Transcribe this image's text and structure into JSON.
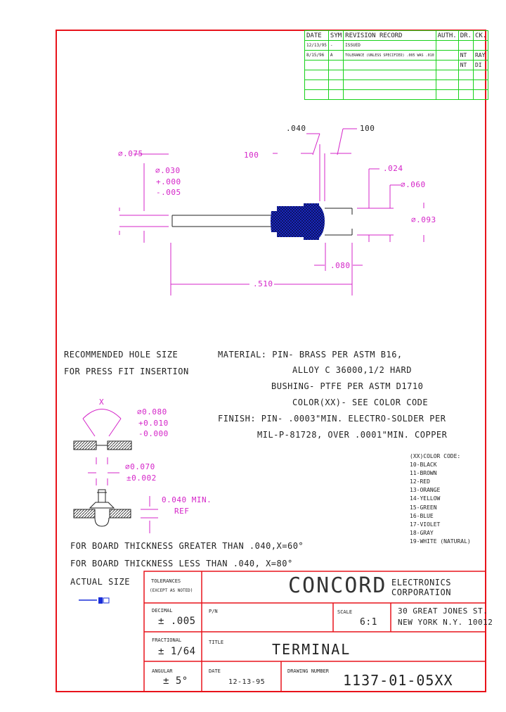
{
  "revision": {
    "headers": [
      "DATE",
      "SYM",
      "REVISION RECORD",
      "AUTH.",
      "DR.",
      "CK."
    ],
    "rows": [
      [
        "12/13/95",
        "-",
        "ISSUED",
        "",
        "",
        ""
      ],
      [
        "8/15/96",
        "A",
        "TOLERANCE (UNLESS SPECIFIED) .005 WAS .010",
        "",
        "NT",
        "RAY"
      ],
      [
        "",
        "",
        "",
        "",
        "NT",
        "DI"
      ],
      [
        "",
        "",
        "",
        "",
        "",
        ""
      ],
      [
        "",
        "",
        "",
        "",
        "",
        ""
      ],
      [
        "",
        "",
        "",
        "",
        "",
        ""
      ]
    ]
  },
  "dims": {
    "d040": ".040",
    "d100a": "100",
    "d100b": "100",
    "d075": "⌀.075",
    "d030": "⌀.030",
    "d030tol1": "+.000",
    "d030tol2": "-.005",
    "d024": ".024",
    "d060": "⌀.060",
    "d093": "⌀.093",
    "d080": ".080",
    "d510": ".510"
  },
  "notes": {
    "hole_title1": "RECOMMENDED HOLE SIZE",
    "hole_title2": "FOR PRESS FIT INSERTION",
    "material1": "MATERIAL: PIN- BRASS PER ASTM B16,",
    "material2": "ALLOY C 36000,1/2 HARD",
    "material3": "BUSHING- PTFE PER ASTM D1710",
    "material4": "COLOR(XX)- SEE COLOR CODE",
    "finish1": "FINISH: PIN- .0003\"MIN. ELECTRO-SOLDER PER",
    "finish2": "MIL-P-81728, OVER .0001\"MIN. COPPER",
    "x_label": "X",
    "hole1": "⌀0.080",
    "hole1a": "+0.010",
    "hole1b": "-0.000",
    "hole2": "⌀0.070",
    "hole2a": "±0.002",
    "min1": "0.040 MIN.",
    "min2": "REF",
    "board1": "FOR BOARD THICKNESS GREATER THAN .040,X=60°",
    "board2": "FOR BOARD THICKNESS LESS THAN .040, X=80°",
    "actual": "ACTUAL SIZE"
  },
  "colors": {
    "title": "(XX)COLOR CODE:",
    "items": [
      "10-BLACK",
      "11-BROWN",
      "12-RED",
      "13-ORANGE",
      "14-YELLOW",
      "15-GREEN",
      "16-BLUE",
      "17-VIOLET",
      "18-GRAY",
      "19-WHITE (NATURAL)"
    ]
  },
  "titleblock": {
    "tol_label": "TOLERANCES",
    "tol_sub": "(EXCEPT AS NOTED)",
    "company_big": "CONCORD",
    "company_small1": "ELECTRONICS",
    "company_small2": "CORPORATION",
    "decimal_label": "DECIMAL",
    "decimal_val": "± .005",
    "pn_label": "P/N",
    "scale_label": "SCALE",
    "scale_val": "6:1",
    "addr1": "30 GREAT JONES ST.",
    "addr2": "NEW YORK N.Y. 10012",
    "fraction_label": "FRACTIONAL",
    "fraction_val": "± 1/64",
    "title_label": "TITLE",
    "title_val": "TERMINAL",
    "angular_label": "ANGULAR",
    "angular_val": "± 5°",
    "date_label": "DATE",
    "date_val": "12-13-95",
    "dwg_label": "DRAWING NUMBER",
    "dwg_val": "1137-01-05XX"
  }
}
